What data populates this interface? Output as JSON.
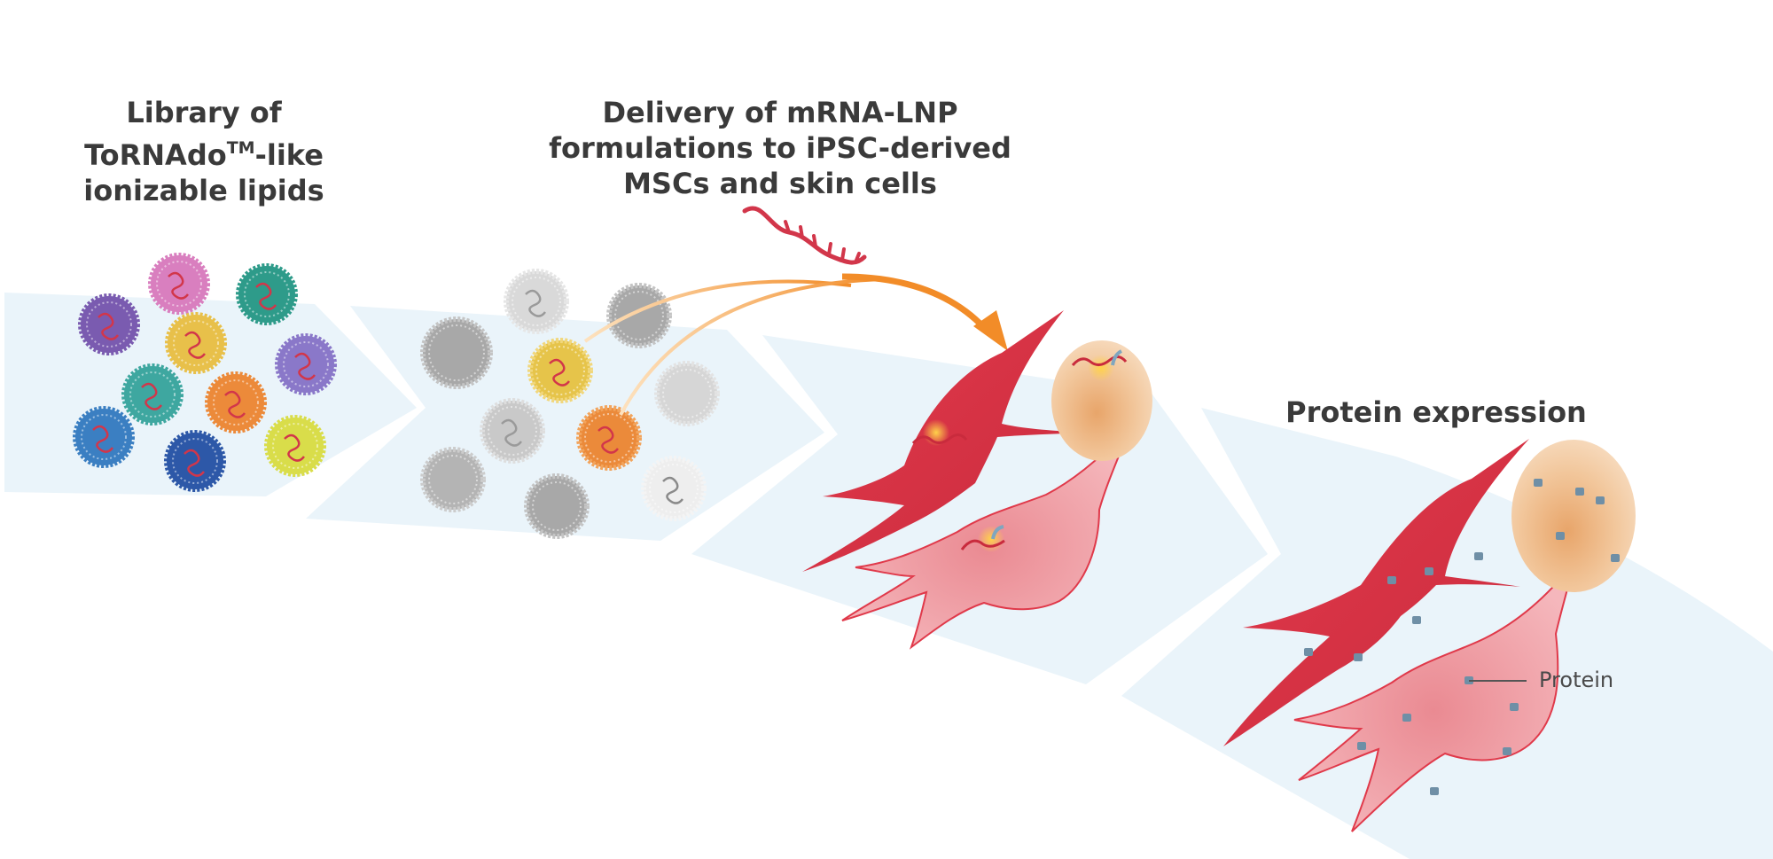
{
  "step1": {
    "line1": "Library of",
    "line2_a": "ToRNAdo",
    "line2_tm": "TM",
    "line2_b": "-like",
    "line3": "ionizable lipids"
  },
  "step2": {
    "line1": "Delivery of mRNA-LNP",
    "line2": "formulations to iPSC-derived",
    "line3": "MSCs and skin cells"
  },
  "step3": {
    "title": "Protein expression"
  },
  "callout": {
    "protein": "Protein"
  },
  "colors": {
    "band": "#eaf4fa",
    "cell_red": "#e0394a",
    "cell_pink": "#f2a2a8",
    "nucleus": "#f0c193",
    "arrow": "#f28c28",
    "mrna": "#d2364a",
    "protein_dot": "#6f8fa6",
    "gray_lnp": "#b8b8b8"
  },
  "library_lnp_colors": [
    "#7a5bb0",
    "#d97fbf",
    "#2e9b8a",
    "#e8c04a",
    "#8a78c9",
    "#3ea7a0",
    "#ec8a3a",
    "#3b7fc2",
    "#2d58a8",
    "#d9dd4a"
  ]
}
